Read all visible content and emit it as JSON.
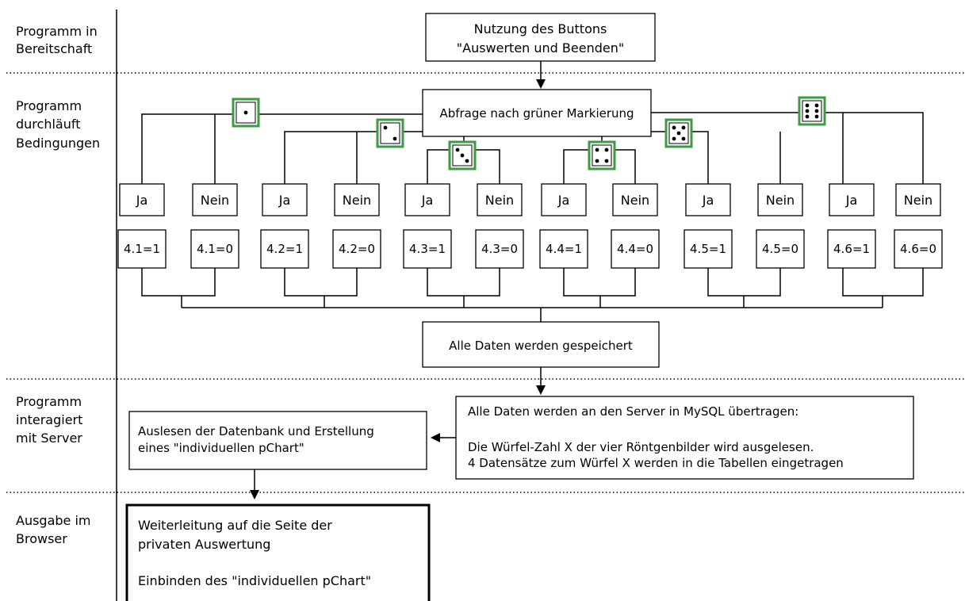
{
  "sections": [
    {
      "label_lines": [
        "Programm in",
        "Bereitschaft"
      ]
    },
    {
      "label_lines": [
        "Programm",
        "durchläuft",
        "Bedingungen"
      ]
    },
    {
      "label_lines": [
        "Programm",
        "interagiert",
        "mit Server"
      ]
    },
    {
      "label_lines": [
        "Ausgabe im",
        "Browser"
      ]
    }
  ],
  "start_box": {
    "lines": [
      "Nutzung des Buttons",
      "\"Auswerten und Beenden\""
    ]
  },
  "query_box": {
    "text": "Abfrage nach grüner Markierung"
  },
  "branches": [
    {
      "die": 1,
      "yes_label": "Ja",
      "no_label": "Nein",
      "yes_value": "4.1=1",
      "no_value": "4.1=0"
    },
    {
      "die": 2,
      "yes_label": "Ja",
      "no_label": "Nein",
      "yes_value": "4.2=1",
      "no_value": "4.2=0"
    },
    {
      "die": 3,
      "yes_label": "Ja",
      "no_label": "Nein",
      "yes_value": "4.3=1",
      "no_value": "4.3=0"
    },
    {
      "die": 4,
      "yes_label": "Ja",
      "no_label": "Nein",
      "yes_value": "4.4=1",
      "no_value": "4.4=0"
    },
    {
      "die": 5,
      "yes_label": "Ja",
      "no_label": "Nein",
      "yes_value": "4.5=1",
      "no_value": "4.5=0"
    },
    {
      "die": 6,
      "yes_label": "Ja",
      "no_label": "Nein",
      "yes_value": "4.6=1",
      "no_value": "4.6=0"
    }
  ],
  "save_box": {
    "text": "Alle Daten werden gespeichert"
  },
  "server_box": {
    "lines": [
      "Alle Daten werden an den Server in MySQL übertragen:",
      "",
      "Die Würfel-Zahl X der vier Röntgenbilder wird ausgelesen.",
      "4 Datensätze zum Würfel X werden in die Tabellen eingetragen"
    ]
  },
  "db_box": {
    "lines": [
      "Auslesen der Datenbank und Erstellung",
      "eines \"individuellen pChart\""
    ]
  },
  "output_box": {
    "lines": [
      "Weiterleitung auf die Seite der",
      "privaten Auswertung",
      "",
      "Einbinden des \"individuellen pChart\""
    ]
  },
  "colors": {
    "die_border": "#3f9a46",
    "line": "#000000"
  }
}
